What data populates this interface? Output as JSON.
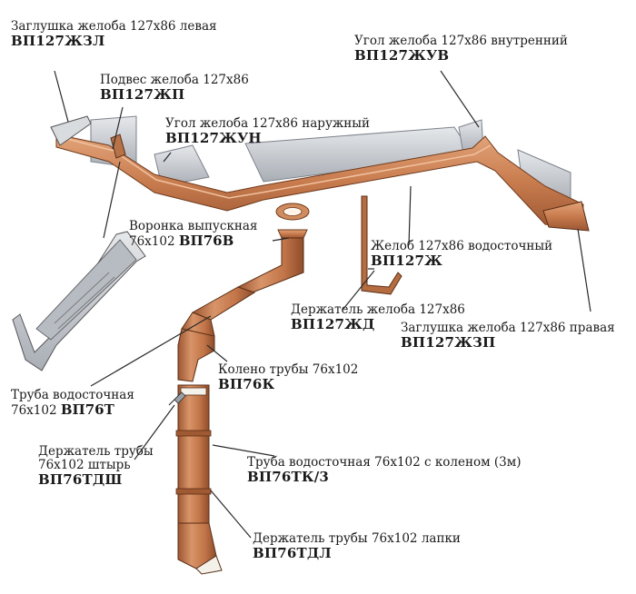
{
  "colors": {
    "copper": "#c87c4e",
    "copper_dark": "#9c5632",
    "copper_light": "#e0a37c",
    "metal": "#c9ccd1",
    "metal_dark": "#9aa0a7",
    "leader": "#2a2a2a"
  },
  "labels": {
    "cap_left": {
      "name": "Заглушка желоба 127х86 левая",
      "code": "ВП127ЖЗЛ"
    },
    "hanger": {
      "name": "Подвес желоба 127х86",
      "code": "ВП127ЖП"
    },
    "outer_corner": {
      "name": "Угол желоба 127х86 наружный",
      "code": "ВП127ЖУН"
    },
    "inner_corner": {
      "name": "Угол желоба 127х86 внутренний",
      "code": "ВП127ЖУВ"
    },
    "funnel": {
      "name": "Воронка выпускная",
      "size": "76х102",
      "code": "ВП76В"
    },
    "gutter": {
      "name": "Желоб 127х86 водосточный",
      "code": "ВП127Ж"
    },
    "gutter_holder": {
      "name": "Держатель желоба 127х86",
      "code": "ВП127ЖД"
    },
    "cap_right": {
      "name": "Заглушка желоба 127х86 правая",
      "code": "ВП127ЖЗП"
    },
    "elbow": {
      "name": "Колено трубы 76х102",
      "code": "ВП76К"
    },
    "pipe": {
      "name": "Труба водосточная",
      "size": "76х102",
      "code": "ВП76Т"
    },
    "pipe_holder_pin": {
      "name": "Держатель трубы",
      "size": "76х102 штырь",
      "code": "ВП76ТДШ"
    },
    "pipe_with_elbow": {
      "name": "Труба водосточная 76х102 с коленом (3м)",
      "code": "ВП76ТК/3"
    },
    "pipe_holder_clamp": {
      "name": "Держатель трубы 76х102 лапки",
      "code": "ВП76ТДЛ"
    }
  }
}
